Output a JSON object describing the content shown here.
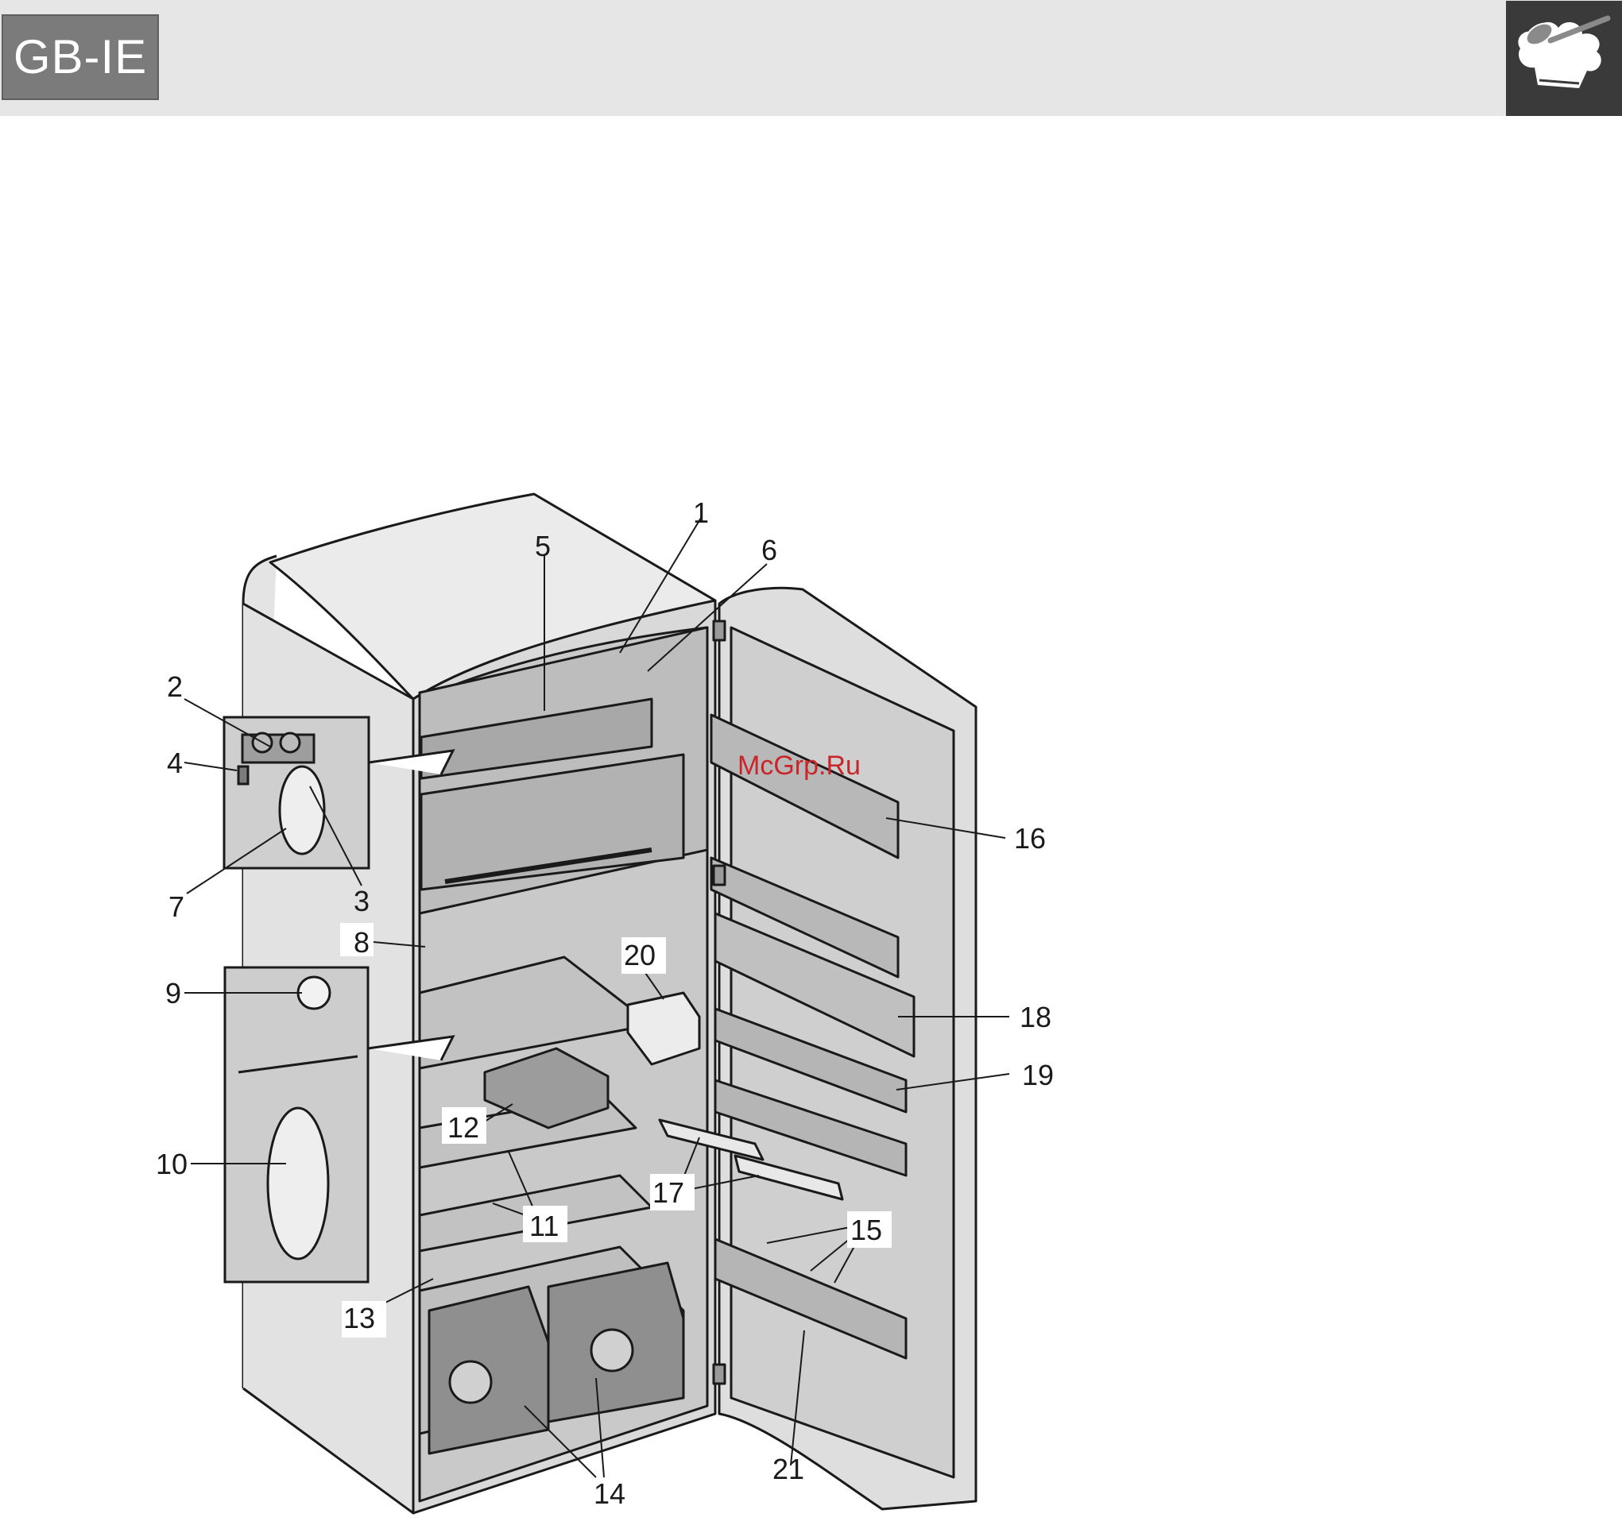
{
  "header": {
    "language_badge": "GB-IE",
    "logo_icon": "chef-hat-spoon-icon"
  },
  "watermark": "McGrp.Ru",
  "callouts": {
    "c1": "1",
    "c2": "2",
    "c3": "3",
    "c4": "4",
    "c5": "5",
    "c6": "6",
    "c7": "7",
    "c8": "8",
    "c9": "9",
    "c10": "10",
    "c11": "11",
    "c12": "12",
    "c13": "13",
    "c14": "14",
    "c15": "15",
    "c16": "16",
    "c17": "17",
    "c18": "18",
    "c19": "19",
    "c20": "20",
    "c21": "21"
  }
}
